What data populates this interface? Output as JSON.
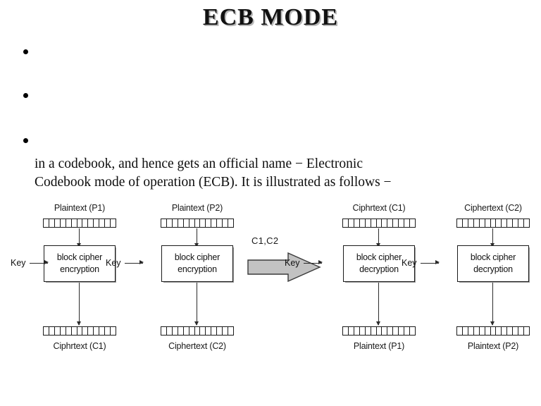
{
  "slide": {
    "title": "ECB MODE",
    "bullets": [
      "",
      "",
      ""
    ],
    "paragraph_lines": [
      "in a codebook, and hence gets an official name − Electronic",
      "Codebook mode of operation (ECB). It is illustrated as follows −"
    ]
  },
  "diagram": {
    "transfer_arrow_label": "C1,C2",
    "segment_count": 13,
    "key_label": "Key",
    "columns": [
      {
        "top_label": "Plaintext (P1)",
        "box_line1": "block cipher",
        "box_line2": "encryption",
        "bottom_label": "Ciphrtext (C1)"
      },
      {
        "top_label": "Plaintext (P2)",
        "box_line1": "block cipher",
        "box_line2": "encryption",
        "bottom_label": "Ciphertext (C2)"
      },
      {
        "top_label": "Ciphrtext (C1)",
        "box_line1": "block cipher",
        "box_line2": "decryption",
        "bottom_label": "Plaintext (P1)"
      },
      {
        "top_label": "Ciphertext (C2)",
        "box_line1": "block cipher",
        "box_line2": "decryption",
        "bottom_label": "Plaintext (P2)"
      }
    ]
  },
  "colors": {
    "background": "#ffffff",
    "text": "#111111",
    "stroke": "#1a1a1a",
    "arrow_fill": "#c2c2c2",
    "title_shadow": "#b9b9b9"
  }
}
